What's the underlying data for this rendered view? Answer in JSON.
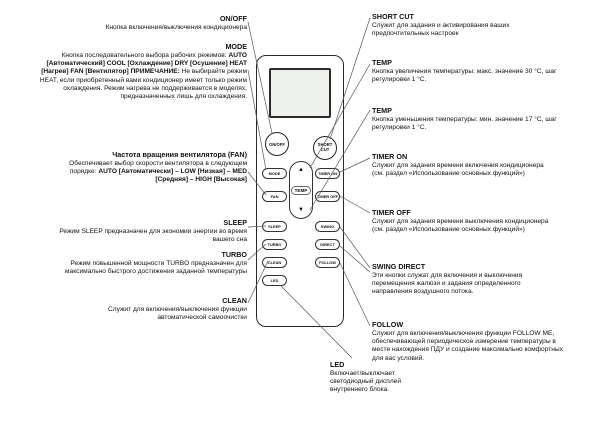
{
  "left_callouts": [
    {
      "title": "ON/OFF",
      "body": "Кнопка включения/выключения кондиционера"
    },
    {
      "title": "MODE",
      "body1": "Кнопка последовательного выбора рабочих режимов:",
      "body2": "AUTO [Автоматический] COOL [Охлаждение] DRY [Осушение] HEAT [Нагрев] FAN [Вентилятор]",
      "note_label": "ПРИМЕЧАНИЕ:",
      "note": "Не выбирайте режим HEAT, если приобретенный вами кондиционер имеет только режим охлаждения. Режим нагрева не поддерживается в моделях, предназначенных лишь для охлаждения."
    },
    {
      "title": "Частота вращения вентилятора (FAN)",
      "body1": "Обеспечивает выбор скорости вентилятора в следующем порядке:",
      "body2": "AUTO [Автоматически] – LOW [Низкая] – MED [Средняя] – HIGH [Высокая]"
    },
    {
      "title": "SLEEP",
      "body": "Режим SLEEP предназначен для экономии энергии во время вашего сна"
    },
    {
      "title": "TURBO",
      "body": "Режим повышенной мощности TURBO предназначен для максимально быстрого достижения заданной температуры"
    },
    {
      "title": "CLEAN",
      "body": "Служит для включения/выключения функции автоматической самоочистки"
    },
    {
      "title": "LED",
      "body": "Включает/выключает светодиодный дисплей внутреннего блока."
    }
  ],
  "right_callouts": [
    {
      "title": "SHORT CUT",
      "body": "Служит для задания и активирования ваших предпочтительных настроек"
    },
    {
      "title": "TEMP",
      "body": "Кнопка увеличения температуры: макс. значение 30 °C, шаг регулировки 1 °C."
    },
    {
      "title": "TEMP",
      "body": "Кнопка уменьшения температуры: мин. значение 17 °C, шаг регулировки 1 °C."
    },
    {
      "title": "TIMER ON",
      "body": "Служит для задания времени включения кондиционера (см. раздел «Использование основных функций»)"
    },
    {
      "title": "TIMER OFF",
      "body": "Служит для задания времени выключения кондиционера (см. раздел «Использование основных функций»)"
    },
    {
      "title": "SWING DIRECT",
      "body": "Эти кнопки служат для включения и выключения перемещения жалюзи и задания определенного направления воздушного потока."
    },
    {
      "title": "FOLLOW",
      "body": "Служит для включения/выключения функции FOLLOW ME, обеспечивающей периодическое измерение температуры в месте нахождения ПДУ и создание максимально комфортных для вас условий."
    }
  ],
  "remote": {
    "buttons": {
      "onoff": "ON/OFF",
      "shortcut": "SHORT CUT",
      "mode": "MODE",
      "timer_on": "TIMER ON",
      "fan": "FAN",
      "timer_off": "TIMER OFF",
      "sleep": "SLEEP",
      "swing": "SWING",
      "turbo": "TURBO",
      "direct": "DIRECT",
      "clean": "CLEAN",
      "follow": "FOLLOW",
      "led": "LED",
      "temp": "TEMP",
      "up_arrow": "▲",
      "down_arrow": "▼"
    }
  }
}
